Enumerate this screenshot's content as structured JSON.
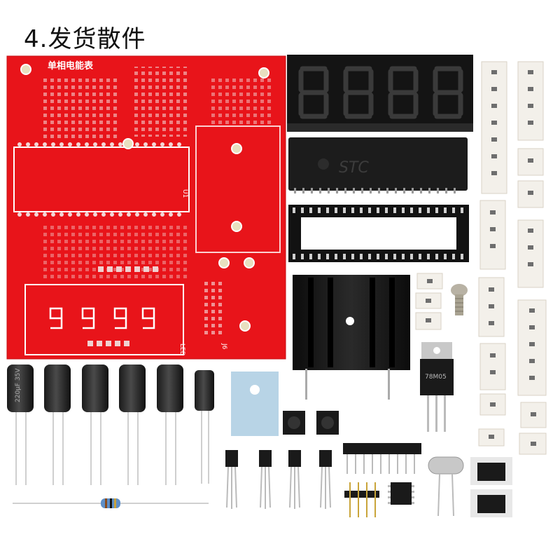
{
  "heading": "4.发货散件",
  "pcb": {
    "board_color": "#e8141a",
    "silk_title": "单相电能表",
    "label_u1": "U1",
    "label_led": "LED",
    "label_j6": "J6"
  },
  "ic": {
    "brand": "STC"
  },
  "regulator": {
    "marking": "78M05"
  },
  "capacitor": {
    "marking": "220μF 35V"
  }
}
